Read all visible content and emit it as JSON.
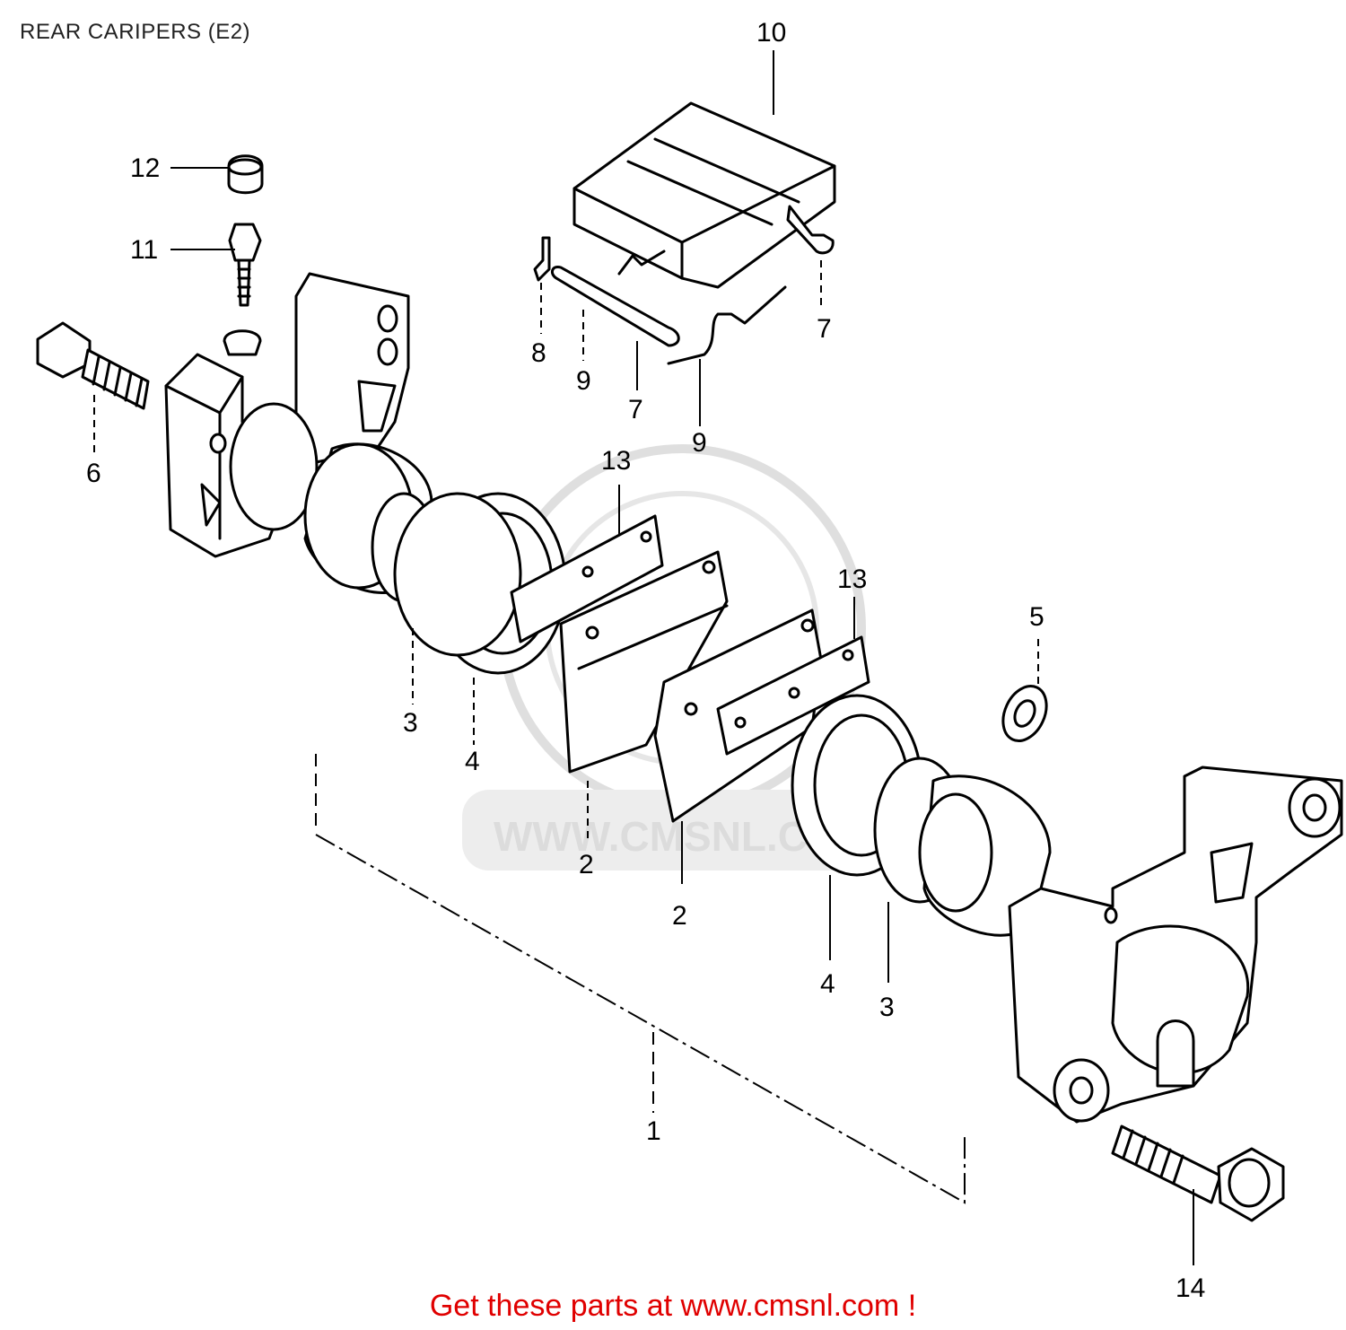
{
  "title": "REAR CARIPERS (E2)",
  "footer": "Get these parts at www.cmsnl.com !",
  "watermark": "WWW.CMSNL.COM",
  "colors": {
    "line": "#000000",
    "watermark": "#d9d9d9",
    "footer": "#e00000"
  },
  "callouts": [
    {
      "id": "10",
      "label": "10"
    },
    {
      "id": "12",
      "label": "12"
    },
    {
      "id": "11",
      "label": "11"
    },
    {
      "id": "7a",
      "label": "7"
    },
    {
      "id": "8",
      "label": "8"
    },
    {
      "id": "9a",
      "label": "9"
    },
    {
      "id": "7b",
      "label": "7"
    },
    {
      "id": "9b",
      "label": "9"
    },
    {
      "id": "6",
      "label": "6"
    },
    {
      "id": "13a",
      "label": "13"
    },
    {
      "id": "13b",
      "label": "13"
    },
    {
      "id": "5",
      "label": "5"
    },
    {
      "id": "3a",
      "label": "3"
    },
    {
      "id": "4a",
      "label": "4"
    },
    {
      "id": "2a",
      "label": "2"
    },
    {
      "id": "2b",
      "label": "2"
    },
    {
      "id": "4b",
      "label": "4"
    },
    {
      "id": "3b",
      "label": "3"
    },
    {
      "id": "1",
      "label": "1"
    },
    {
      "id": "14",
      "label": "14"
    }
  ]
}
